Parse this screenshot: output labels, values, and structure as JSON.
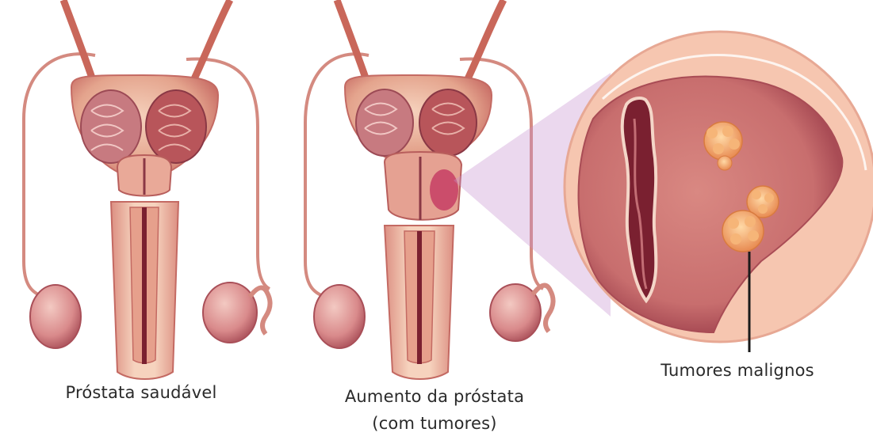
{
  "labels": {
    "healthy_prostate": "Próstata saudável",
    "enlarged_line1": "Aumento da próstata",
    "enlarged_line2": "(com tumores)",
    "tumors": "Tumores malignos"
  },
  "colors": {
    "background": "#ffffff",
    "tissue_light": "#f2c2aa",
    "tissue_mid": "#e09a85",
    "tissue_dark": "#b8555a",
    "vessel": "#c9675a",
    "inner_canal": "#7a2030",
    "tumor": "#f0a66a",
    "zoom_cone": "#c78fcf",
    "leader_line": "#1a1a1a"
  }
}
